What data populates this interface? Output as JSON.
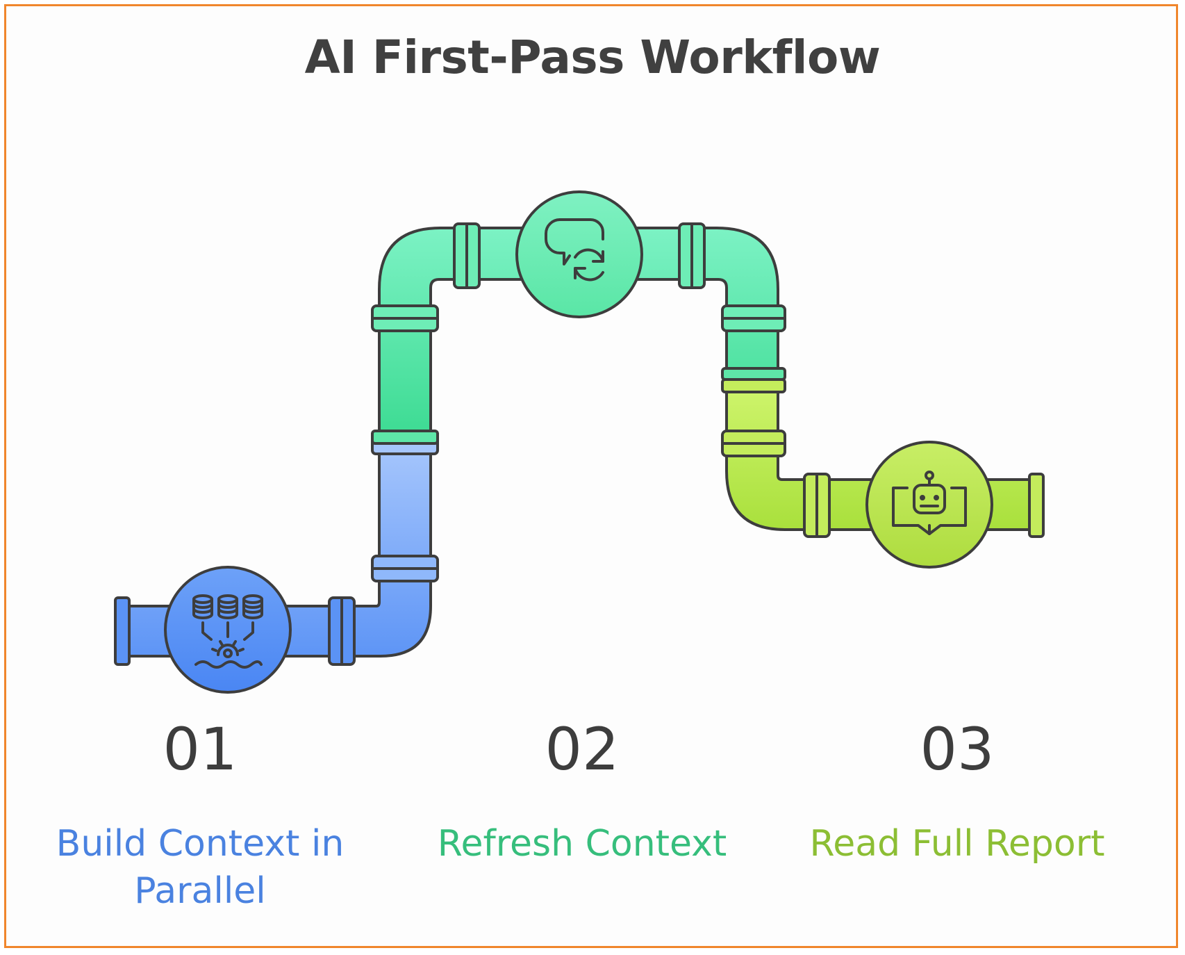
{
  "title": "AI First-Pass Workflow",
  "colors": {
    "border": "#f0862c",
    "outline": "#3d3d3d",
    "blue": "#5b93f5",
    "green": "#5ee6a8",
    "lime": "#c4ec5c",
    "label_blue": "#4a82e0",
    "label_green": "#36be7c",
    "label_lime": "#8cbe34"
  },
  "steps": [
    {
      "number": "01",
      "label": "Build Context in Parallel",
      "icon": "databases-merge-icon",
      "color": "blue"
    },
    {
      "number": "02",
      "label": "Refresh Context",
      "icon": "chat-refresh-icon",
      "color": "green"
    },
    {
      "number": "03",
      "label": "Read Full Report",
      "icon": "robot-reading-book-icon",
      "color": "lime"
    }
  ]
}
